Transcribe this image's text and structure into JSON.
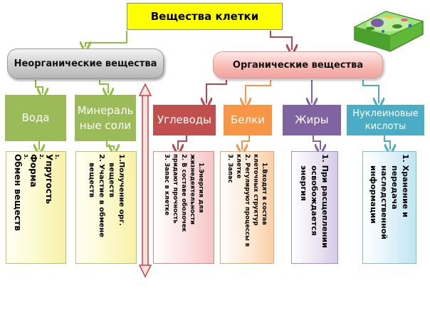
{
  "title": "Вещества клетки",
  "groups": {
    "inorganic": "Неорганические вещества",
    "organic": "Органические вещества"
  },
  "categories": {
    "water": "Вода",
    "minerals_line1": "Минераль",
    "minerals_line2": "ные соли",
    "carbs": "Углеводы",
    "proteins": "Белки",
    "fats": "Жиры",
    "nucleic_line1": "Нуклеиновые",
    "nucleic_line2": "кислоты"
  },
  "panels": {
    "water": [
      "1.",
      "Упругость",
      "2.",
      "Форма",
      "3.",
      "Обмен веществ"
    ],
    "minerals": [
      "1.Получение орг.",
      "веществ",
      "2.  Участие в обмене",
      "веществ"
    ],
    "carbs": [
      "1.Энергия для",
      "жизнедеятельности",
      "2. В составе оболочек",
      "придают прочность",
      "3. Запас в клетке"
    ],
    "proteins": [
      "1.Входят в состав",
      "клеточных структур",
      "2. Регулируют процессы в",
      "клетке",
      "3. Запас"
    ],
    "fats": [
      "1. При расщеплении",
      "освобождается",
      "энергия"
    ],
    "nucleic": [
      "1. Хранение и",
      "передача",
      "наследственной",
      "информации"
    ]
  },
  "colors": {
    "title_bg": "#ffff00",
    "inorganic_green": "#9bbb59",
    "carbs_red": "#c0504d",
    "proteins_orange": "#f79646",
    "fats_purple": "#8064a2",
    "nucleic_blue": "#4bacc6",
    "connector_inorganic": "#8fbf3f",
    "connector_organic": "#b5484e"
  },
  "icons": {
    "cell": "plant-cell-illustration"
  }
}
